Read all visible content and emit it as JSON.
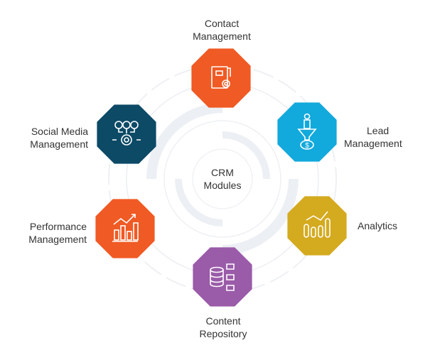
{
  "center": {
    "line1": "CRM",
    "line2": "Modules"
  },
  "modules": [
    {
      "name": "contact",
      "line1": "Contact",
      "line2": "Management",
      "color": "#F05A24",
      "icon": "address-book-gear-icon"
    },
    {
      "name": "lead",
      "line1": "Lead",
      "line2": "Management",
      "color": "#12A9DC",
      "icon": "person-funnel-dollar-icon"
    },
    {
      "name": "analytics",
      "line1": "Analytics",
      "line2": "",
      "color": "#D4AA1F",
      "icon": "bar-line-chart-icon"
    },
    {
      "name": "content",
      "line1": "Content",
      "line2": "Repository",
      "color": "#9A5BA8",
      "icon": "database-folders-icon"
    },
    {
      "name": "performance",
      "line1": "Performance",
      "line2": "Management",
      "color": "#F05A24",
      "icon": "trend-chart-icon"
    },
    {
      "name": "social",
      "line1": "Social Media",
      "line2": "Management",
      "color": "#0C4A66",
      "icon": "social-gear-icon"
    }
  ]
}
